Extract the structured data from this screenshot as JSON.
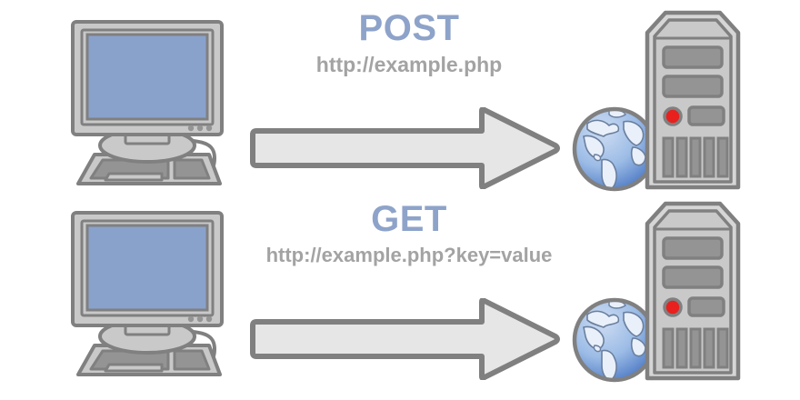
{
  "diagram": {
    "title": "HTTP POST and GET request flow",
    "background": "#ffffff",
    "colors": {
      "method_text": "#8ea3c9",
      "url_text": "#a3a3a3",
      "outline": "#808080",
      "monitor_screen": "#89a2cc",
      "device_body": "#c9c9c9",
      "device_body_dark": "#949494",
      "arrow_fill": "#e6e6e6",
      "led_red": "#e8201e",
      "globe_ocean": "#8fb0de",
      "globe_land": "#e8eef8"
    },
    "rows": [
      {
        "id": "post-row",
        "method": "POST",
        "url": "http://example.php",
        "client": {
          "name": "client-computer",
          "screen_color": "#89a2cc",
          "led_count": 3
        },
        "arrow": {
          "name": "request-arrow",
          "direction": "right"
        },
        "server": {
          "name": "web-server",
          "bay_count": 2,
          "vent_count": 5,
          "led_color": "#e8201e"
        },
        "globe": {
          "name": "globe-icon",
          "label": "internet"
        }
      },
      {
        "id": "get-row",
        "method": "GET",
        "url": "http://example.php?key=value",
        "client": {
          "name": "client-computer",
          "screen_color": "#89a2cc",
          "led_count": 3
        },
        "arrow": {
          "name": "request-arrow",
          "direction": "right"
        },
        "server": {
          "name": "web-server",
          "bay_count": 2,
          "vent_count": 5,
          "led_color": "#e8201e"
        },
        "globe": {
          "name": "globe-icon",
          "label": "internet"
        }
      }
    ]
  }
}
